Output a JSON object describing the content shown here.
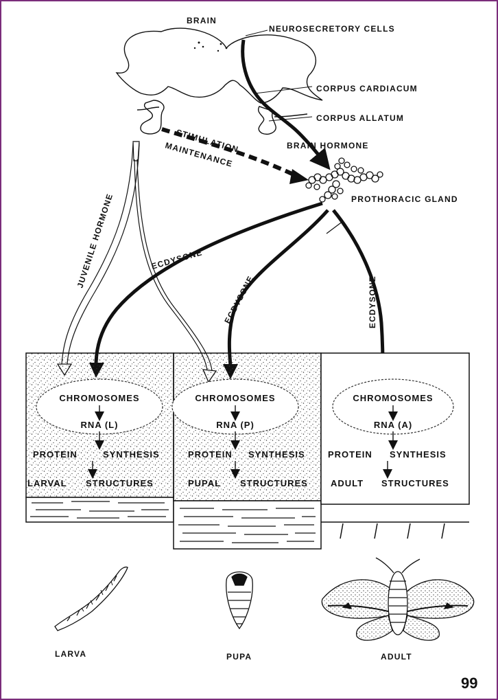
{
  "labels": {
    "brain": "BRAIN",
    "neurosecretory_cells": "NEUROSECRETORY CELLS",
    "corpus_cardiacum": "CORPUS CARDIACUM",
    "corpus_allatum": "CORPUS ALLATUM",
    "brain_hormone": "BRAIN HORMONE",
    "stimulation": "STIMULATION",
    "maintenance": "MAINTENANCE",
    "prothoracic_gland": "PROTHORACIC GLAND",
    "juvenile_hormone": "JUVENILE HORMONE",
    "ecdysone_left": "ECDYSONE",
    "ecdysone_middle": "ECDYSONE",
    "ecdysone_right": "ECDYSONE"
  },
  "cells": [
    {
      "chromosomes": "CHROMOSOMES",
      "rna": "RNA (L)",
      "protein": "PROTEIN",
      "synthesis": "SYNTHESIS",
      "structures_prefix": "LARVAL",
      "structures": "STRUCTURES"
    },
    {
      "chromosomes": "CHROMOSOMES",
      "rna": "RNA (P)",
      "protein": "PROTEIN",
      "synthesis": "SYNTHESIS",
      "structures_prefix": "PUPAL",
      "structures": "STRUCTURES"
    },
    {
      "chromosomes": "CHROMOSOMES",
      "rna": "RNA (A)",
      "protein": "PROTEIN",
      "synthesis": "SYNTHESIS",
      "structures_prefix": "ADULT",
      "structures": "STRUCTURES"
    }
  ],
  "stages": {
    "larva": "LARVA",
    "pupa": "PUPA",
    "adult": "ADULT"
  },
  "page_number": "99",
  "colors": {
    "border": "#7b2d7b",
    "ink": "#111111"
  }
}
